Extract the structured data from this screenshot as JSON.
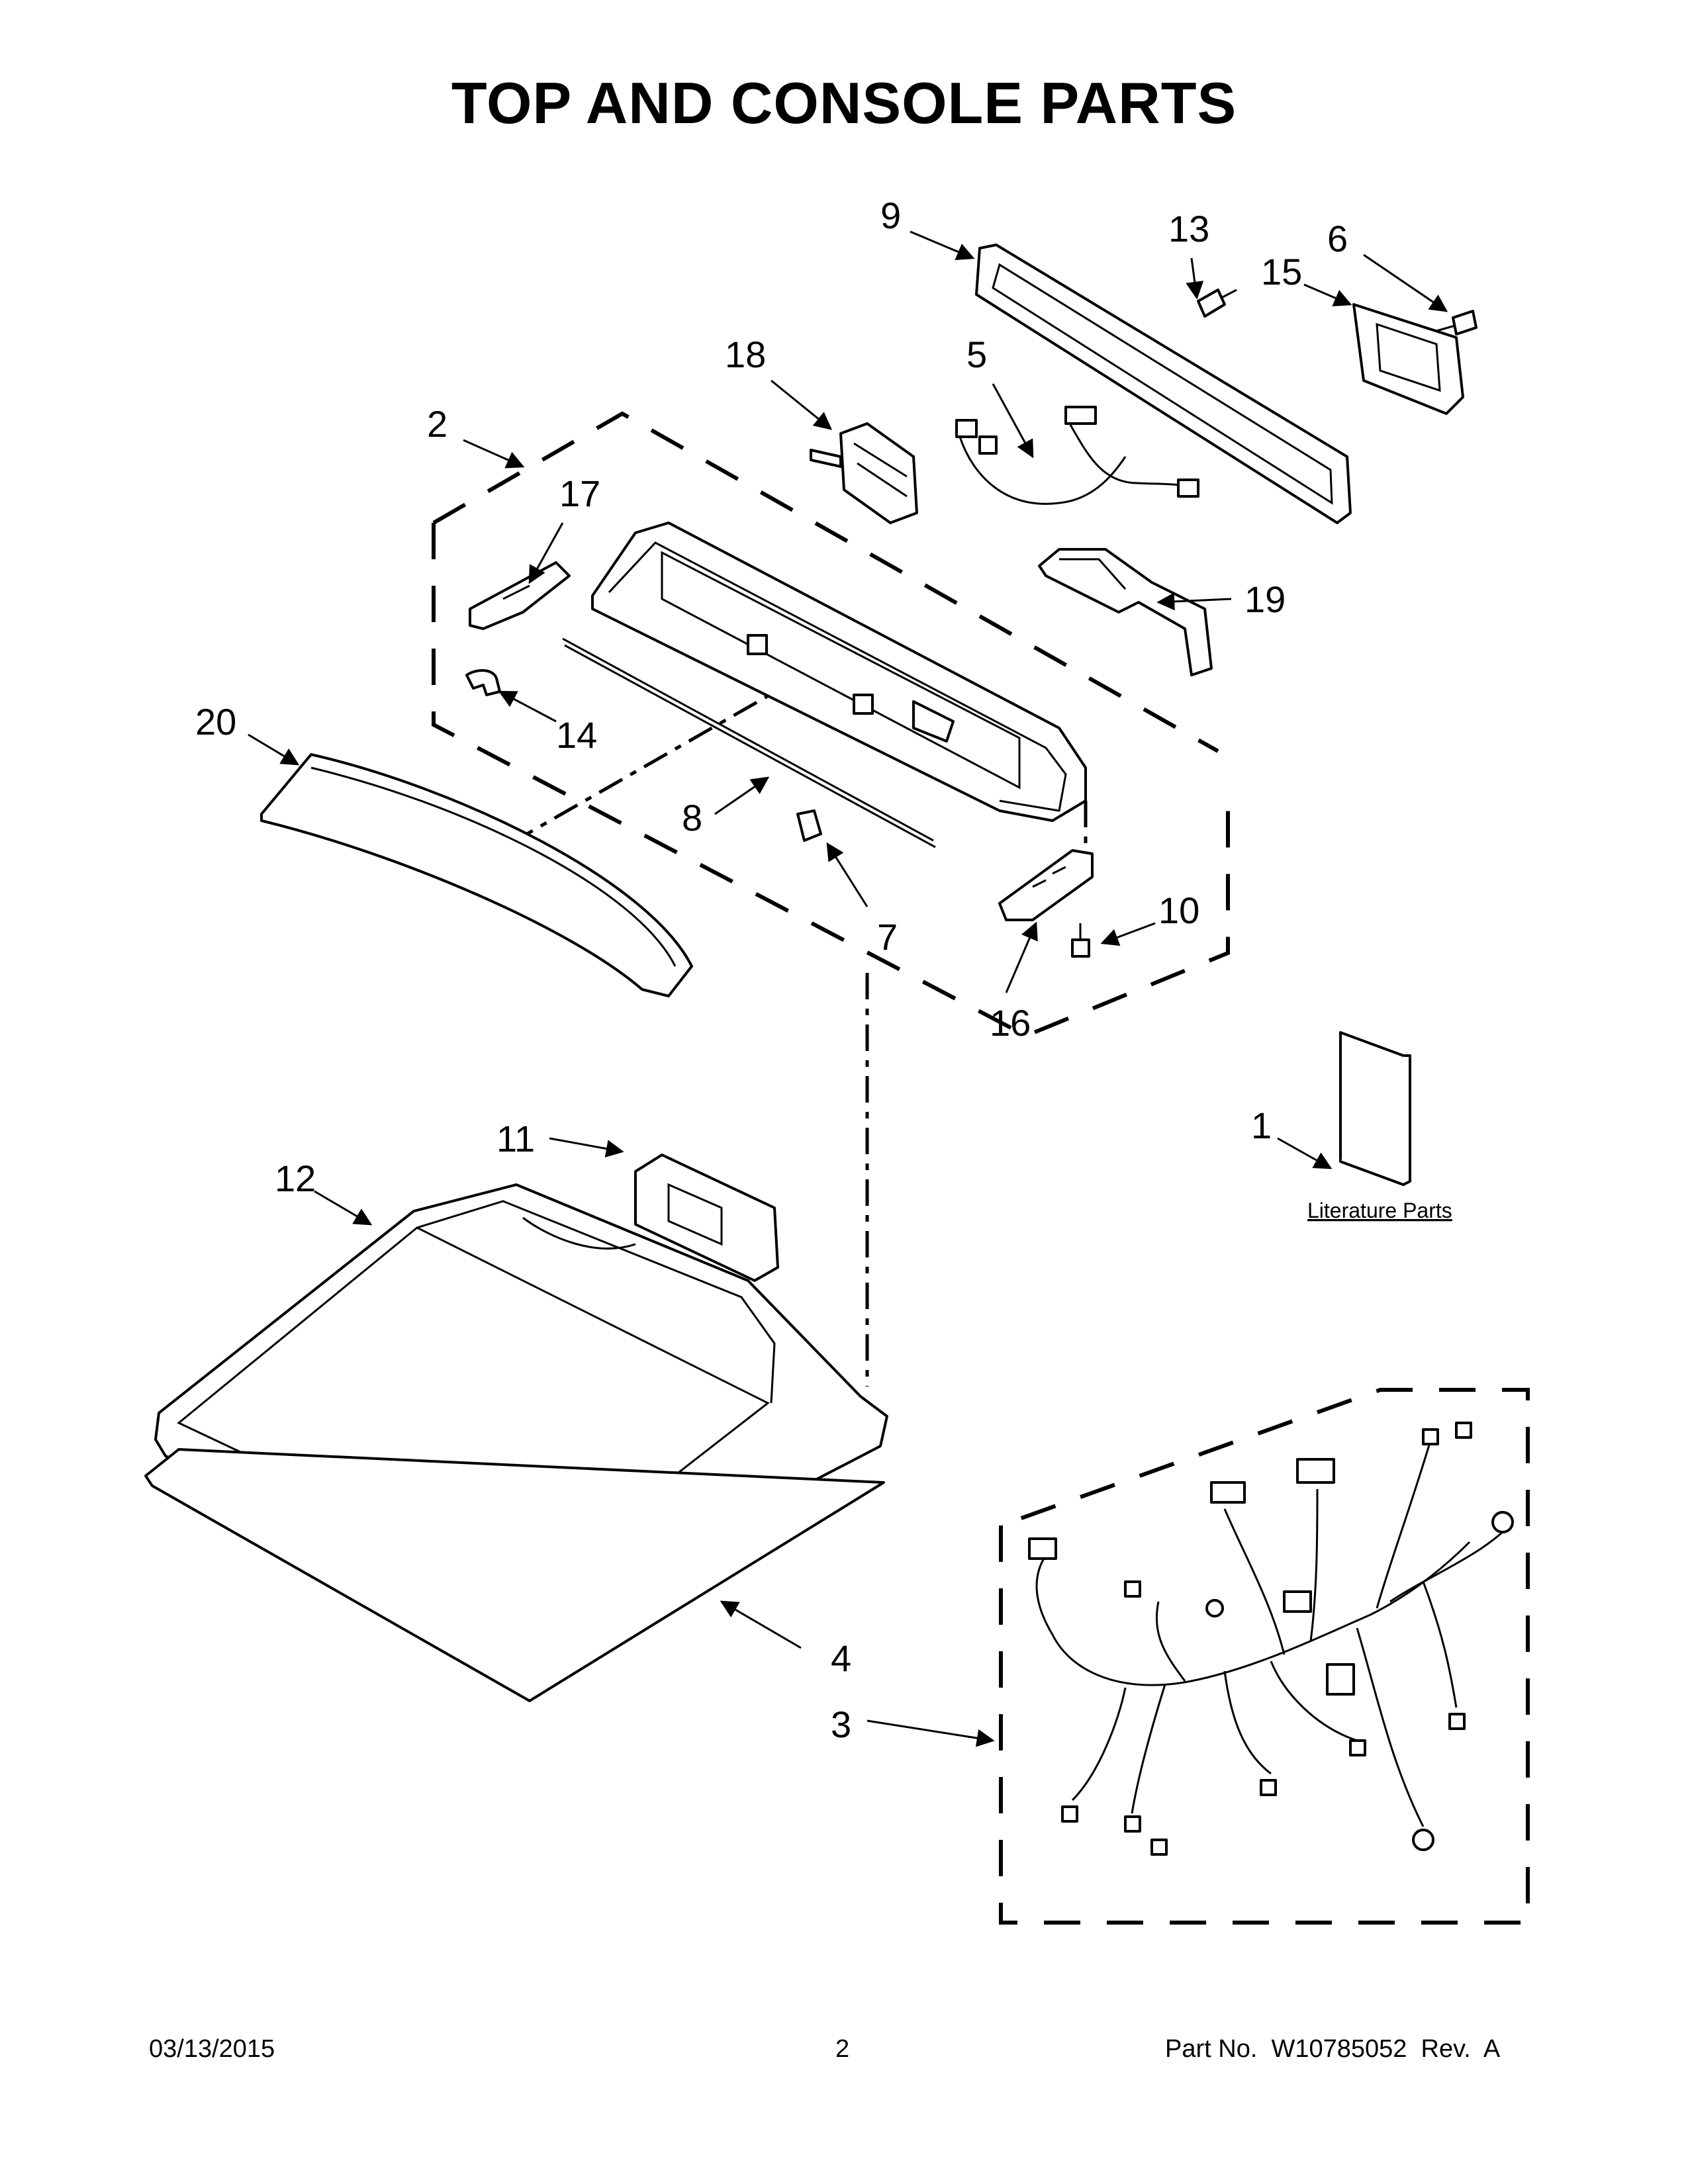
{
  "title": "TOP AND CONSOLE PARTS",
  "footer": {
    "date": "03/13/2015",
    "page_number": "2",
    "part_number": "Part No.  W10785052  Rev.  A"
  },
  "literature_label": "Literature Parts",
  "callouts": {
    "c1": "1",
    "c2": "2",
    "c3": "3",
    "c4": "4",
    "c5": "5",
    "c6": "6",
    "c7": "7",
    "c8": "8",
    "c9": "9",
    "c10": "10",
    "c11": "11",
    "c12": "12",
    "c13": "13",
    "c14": "14",
    "c15": "15",
    "c16": "16",
    "c17": "17",
    "c18": "18",
    "c19": "19",
    "c20": "20"
  }
}
